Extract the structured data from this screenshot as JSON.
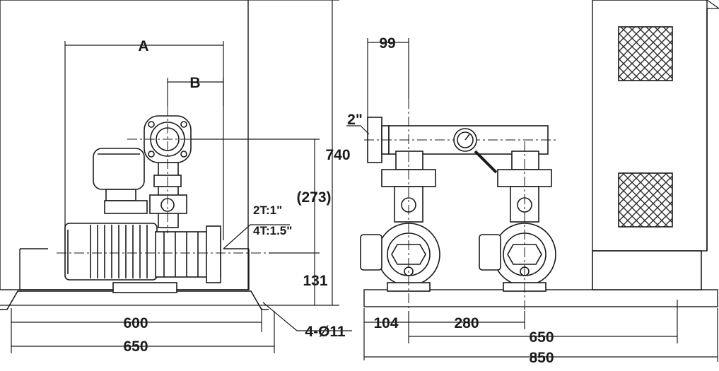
{
  "dimensions": {
    "A": "A",
    "B": "B",
    "height_total": "740",
    "outlet_height": "(273)",
    "connection_2t": "2T:1\"",
    "connection_4t": "4T:1.5\"",
    "base_height": "131",
    "left_inner_width": "600",
    "left_outer_width": "650",
    "mount_holes": "4-Ø11",
    "header_offset": "99",
    "header_size": "2\"",
    "right_offset": "104",
    "pump_pitch": "280",
    "right_inner_width": "650",
    "right_outer_width": "850"
  },
  "colors": {
    "line": "#1a1a1a",
    "fill": "#ffffff",
    "hatch": "#2a2a2a"
  }
}
